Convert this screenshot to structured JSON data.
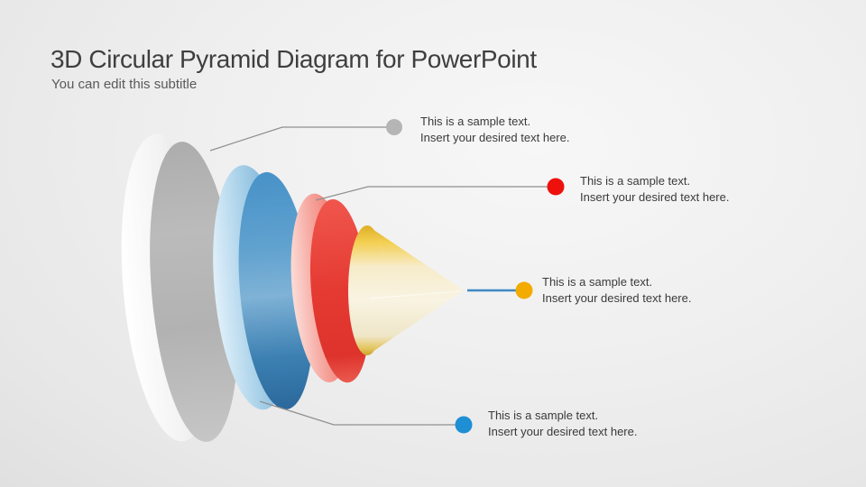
{
  "slide": {
    "title": "3D Circular Pyramid Diagram for PowerPoint",
    "subtitle": "You can edit this subtitle"
  },
  "callouts": [
    {
      "level": 1,
      "dot_color": "#b5b5b5",
      "line_color": "#8f8f8f",
      "line1": "This is a sample text.",
      "line2": "Insert your desired text here."
    },
    {
      "level": 2,
      "dot_color": "#ee100b",
      "line_color": "#8f8f8f",
      "line1": "This is a sample text.",
      "line2": "Insert your desired text here."
    },
    {
      "level": 3,
      "dot_color": "#f3ab00",
      "line_color": "#3f88c5",
      "line1": "This is a sample text.",
      "line2": "Insert your desired text here."
    },
    {
      "level": 4,
      "dot_color": "#1f8fd5",
      "line_color": "#8f8f8f",
      "line1": "This is a sample text.",
      "line2": "Insert your desired text here."
    }
  ],
  "diagram": {
    "shapes": [
      {
        "name": "outer-disc",
        "color": "#b6b6b6"
      },
      {
        "name": "middle-disc",
        "color": "#3e85bb"
      },
      {
        "name": "inner-disc",
        "color": "#e0352e"
      },
      {
        "name": "core-cone",
        "color": "#eac33a"
      }
    ]
  }
}
